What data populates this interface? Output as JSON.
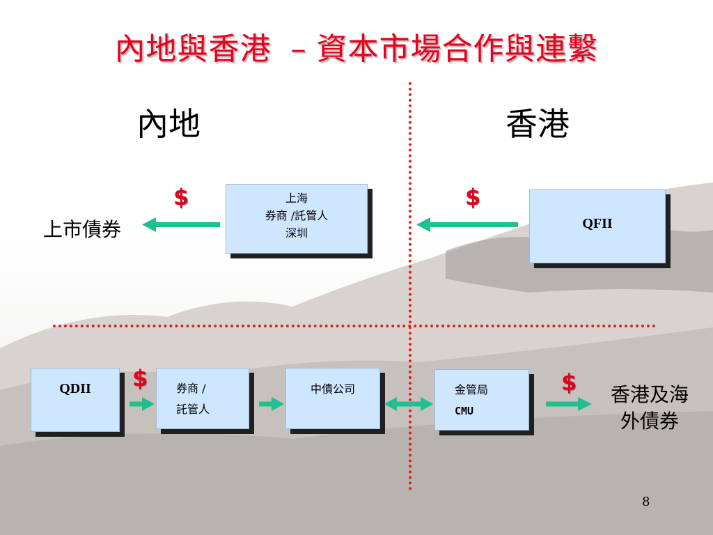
{
  "title": {
    "left": "內地與香港",
    "dash": "–",
    "right": "資本市場合作與連繫"
  },
  "regions": {
    "mainland": "內地",
    "hongkong": "香港"
  },
  "top_row": {
    "listed_bonds": "上市債券",
    "mainland_box": {
      "line1": "上海",
      "line2": "券商 /託管人",
      "line3": "深圳"
    },
    "qfii_box": "QFII",
    "currency": "$"
  },
  "bottom_row": {
    "qdii_box": "QDII",
    "broker_box": {
      "line1": "券商 /",
      "line2": "託管人"
    },
    "ccdc_box": "中債公司",
    "hkma_box": {
      "line1": "金管局",
      "line2": "CMU"
    },
    "destination": {
      "line1": "香港及海",
      "line2": "外債券"
    },
    "currency": "$"
  },
  "colors": {
    "title": "#e8001c",
    "arrow": "#1fbf8f",
    "divider": "#e31d1d",
    "box_fill": "#cfe6ff"
  },
  "page_number": "8"
}
